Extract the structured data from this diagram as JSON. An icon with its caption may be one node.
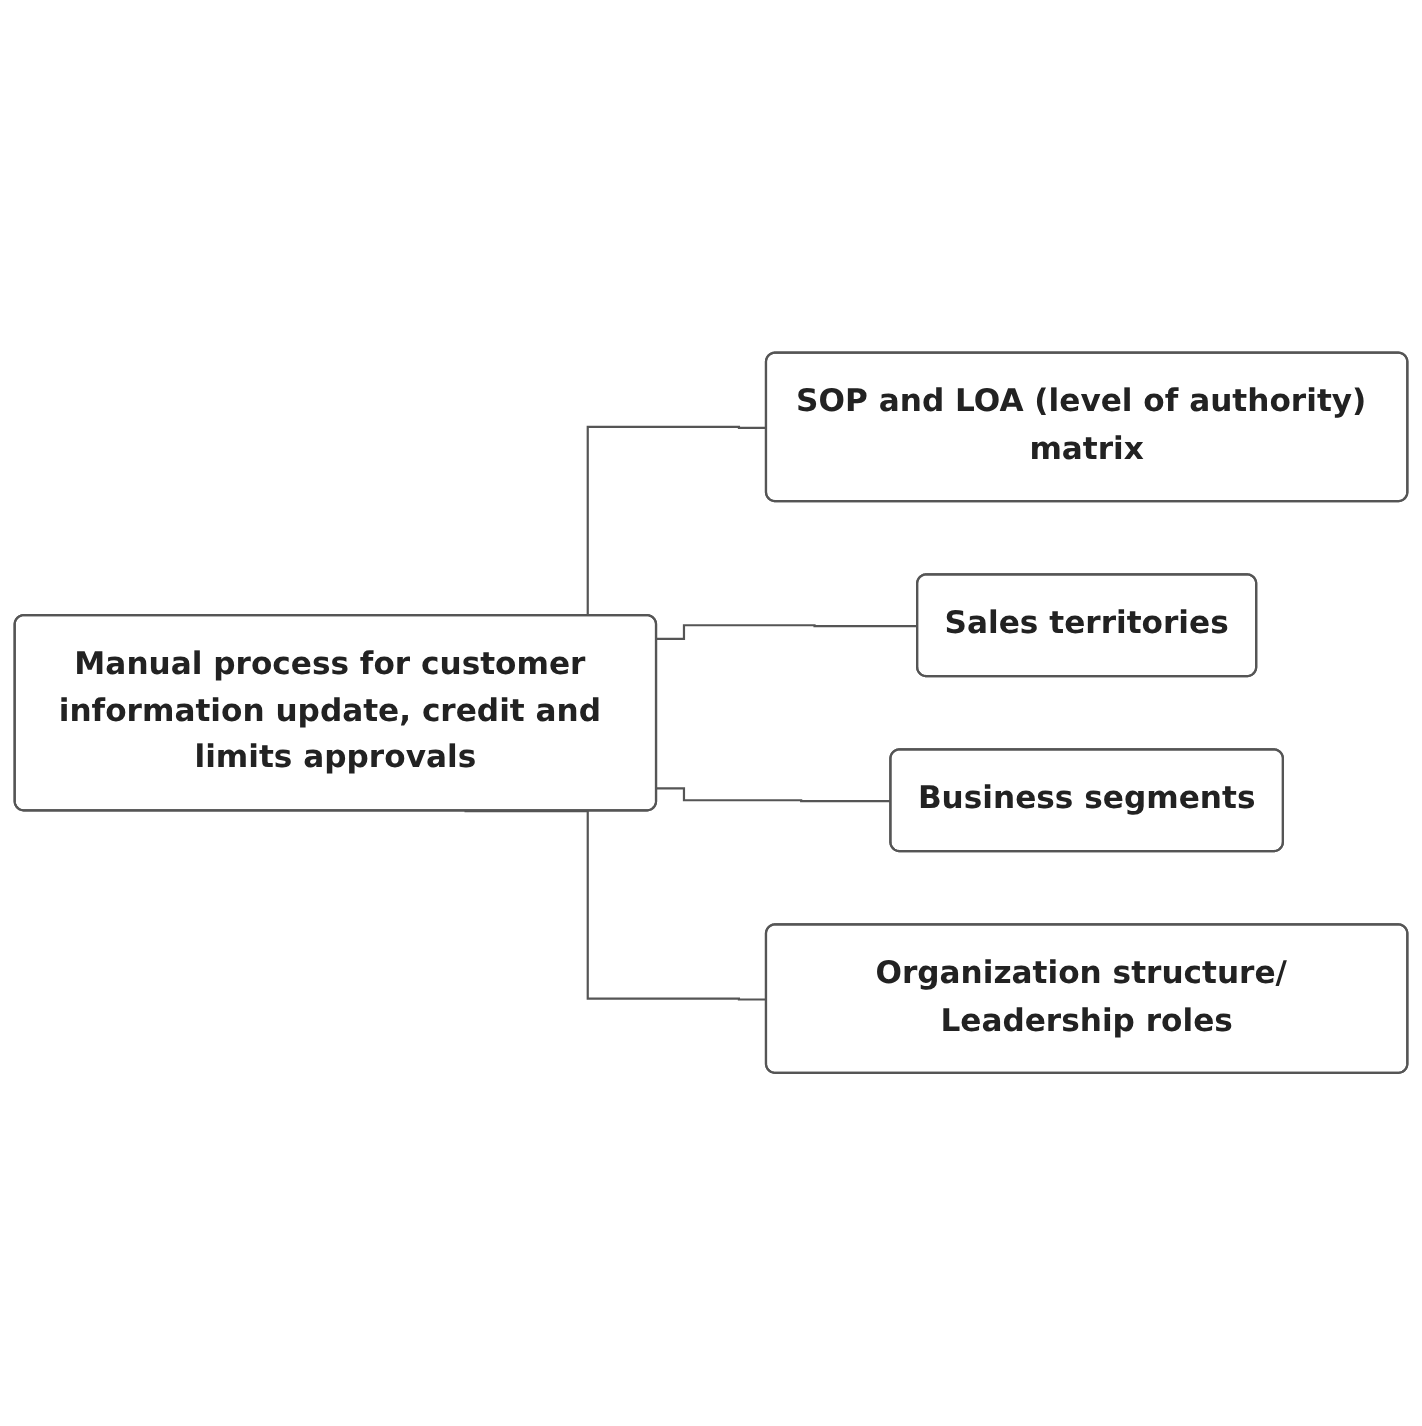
{
  "diagram": {
    "nodes": [
      {
        "text": [
          "Manual process for customer information update, credit and limits approvals"
        ]
      },
      {
        "text": [
          "SOP and LOA (level of authority) matrix"
        ]
      },
      {
        "text": [
          "Sales territories"
        ]
      },
      {
        "text": [
          "Business segments"
        ]
      },
      {
        "text": [
          "Organization structure/ Leadership roles"
        ]
      }
    ],
    "edges": [
      {
        "from": 0,
        "to": 1,
        "arrow": "none"
      },
      {
        "from": 0,
        "to": 2,
        "arrow": "none"
      },
      {
        "from": 0,
        "to": 3,
        "arrow": "none"
      },
      {
        "from": 0,
        "to": 4,
        "arrow": "none"
      }
    ]
  }
}
